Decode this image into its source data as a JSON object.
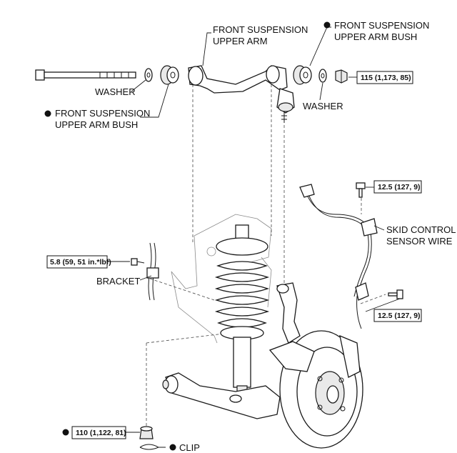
{
  "labels": {
    "front_upper_arm": [
      "FRONT SUSPENSION",
      "UPPER ARM"
    ],
    "upper_arm_bush_right": [
      "FRONT SUSPENSION",
      "UPPER ARM BUSH"
    ],
    "upper_arm_bush_left": [
      "FRONT SUSPENSION",
      "UPPER ARM BUSH"
    ],
    "washer_left": "WASHER",
    "washer_right": "WASHER",
    "skid_control_sensor_wire": [
      "SKID CONTROL",
      "SENSOR WIRE"
    ],
    "bracket": "BRACKET",
    "clip": "CLIP"
  },
  "torque_specs": {
    "upper_arm_nut": "115 (1,173, 85)",
    "sensor_bolt_top": "12.5 (127, 9)",
    "sensor_bolt_bottom": "12.5 (127, 9)",
    "bracket_bolt": "5.8 (59, 51 in.*lbf)",
    "lower_nut": "110 (1,122, 81)"
  },
  "symbols": {
    "non_reusable_marker": "filled-circle-icon"
  }
}
